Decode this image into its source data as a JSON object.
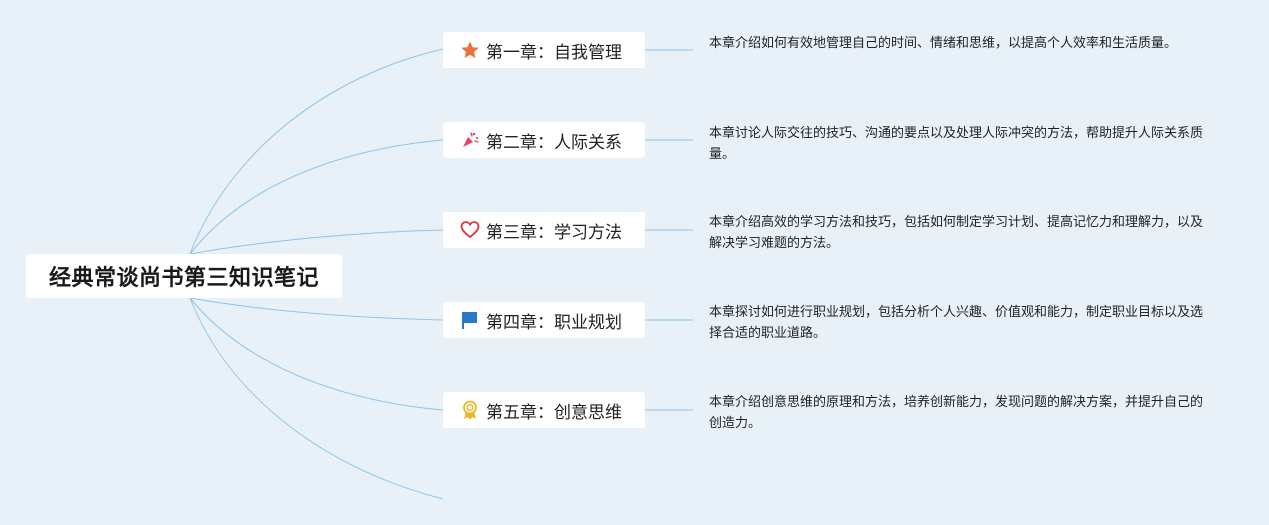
{
  "root": {
    "title": "经典常谈尚书第三知识笔记"
  },
  "chapters": [
    {
      "label": "第一章：自我管理",
      "icon": "star-icon",
      "icon_color": "#e8743b",
      "description": "本章介绍如何有效地管理自己的时间、情绪和思维，以提高个人效率和生活质量。"
    },
    {
      "label": "第二章：人际关系",
      "icon": "party-popper-icon",
      "icon_color": "#e0446a",
      "description": "本章讨论人际交往的技巧、沟通的要点以及处理人际冲突的方法，帮助提升人际关系质量。"
    },
    {
      "label": "第三章：学习方法",
      "icon": "heart-icon",
      "icon_color": "#e0343f",
      "description": "本章介绍高效的学习方法和技巧，包括如何制定学习计划、提高记忆力和理解力，以及解决学习难题的方法。"
    },
    {
      "label": "第四章：职业规划",
      "icon": "flag-icon",
      "icon_color": "#2a78c8",
      "description": "本章探讨如何进行职业规划，包括分析个人兴趣、价值观和能力，制定职业目标以及选择合适的职业道路。"
    },
    {
      "label": "第五章：创意思维",
      "icon": "award-badge-icon",
      "icon_color": "#e6b92a",
      "description": "本章介绍创意思维的原理和方法，培养创新能力，发现问题的解决方案，并提升自己的创造力。"
    }
  ],
  "colors": {
    "background": "#e8f1f8",
    "connector": "#8cc4ea",
    "node_fill": "#ffffff"
  }
}
